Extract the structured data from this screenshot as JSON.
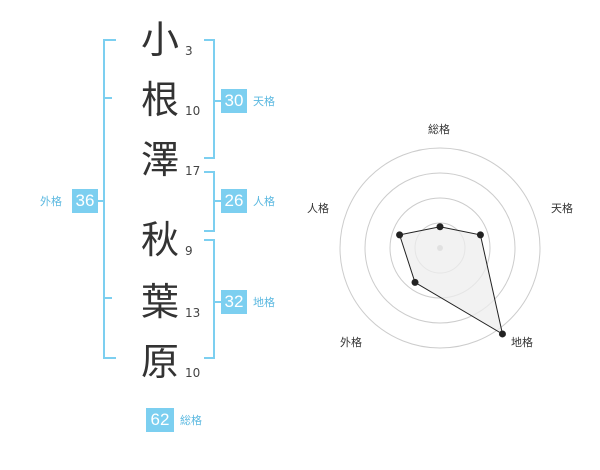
{
  "name": {
    "characters": [
      {
        "char": "小",
        "strokes": "3"
      },
      {
        "char": "根",
        "strokes": "10"
      },
      {
        "char": "澤",
        "strokes": "17"
      },
      {
        "char": "秋",
        "strokes": "9"
      },
      {
        "char": "葉",
        "strokes": "13"
      },
      {
        "char": "原",
        "strokes": "10"
      }
    ]
  },
  "fortunes": {
    "tenkaku": {
      "value": "30",
      "label": "天格"
    },
    "jinkaku": {
      "value": "26",
      "label": "人格"
    },
    "chikaku": {
      "value": "32",
      "label": "地格"
    },
    "gaikaku": {
      "value": "36",
      "label": "外格"
    },
    "soukaku": {
      "value": "62",
      "label": "総格"
    }
  },
  "radar": {
    "labels": [
      "総格",
      "天格",
      "地格",
      "外格",
      "人格"
    ],
    "levels": 4,
    "scores": [
      1,
      2,
      5,
      2,
      2
    ],
    "colors": {
      "fill": "#eeeeee",
      "line": "#222222",
      "ring": "#cccccc",
      "center": "#bbbbbb"
    }
  },
  "colors": {
    "accent": "#7ccff0",
    "accent_text": "#5ab8e0"
  }
}
